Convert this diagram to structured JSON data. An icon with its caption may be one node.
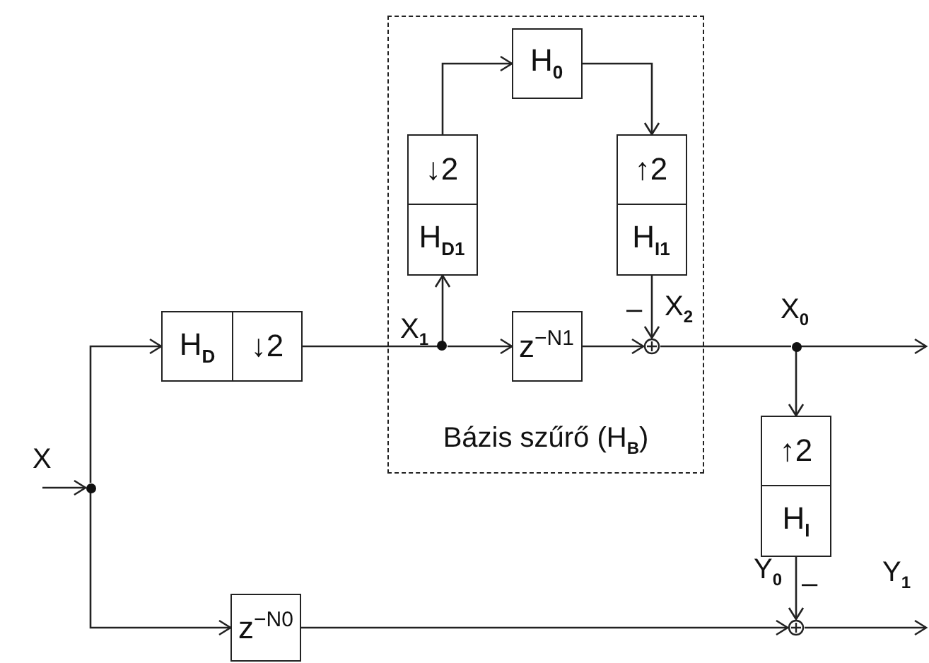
{
  "diagram": {
    "nodes": [
      {
        "text": [
          "Bázis szűrő (H$_{B}$)"
        ]
      },
      {
        "text": [
          "H$_{D}$"
        ]
      },
      {
        "text": [
          "↓2"
        ]
      },
      {
        "text": [
          "↓2"
        ],
        "in": 0
      },
      {
        "text": [
          "H$_{D}$$_{1}$"
        ],
        "in": 0
      },
      {
        "text": [
          "H$_{0}$"
        ],
        "in": 0
      },
      {
        "text": [
          "↑2"
        ],
        "in": 0
      },
      {
        "text": [
          "H$_{I}$$_{1}$"
        ],
        "in": 0
      },
      {
        "text": [
          "z$^{−N1}$"
        ],
        "in": 0
      },
      {
        "text": [],
        "shape": "circle",
        "in": 0
      },
      {
        "text": [],
        "shape": "dot",
        "in": 0
      },
      {
        "text": [],
        "shape": "dot"
      },
      {
        "text": [
          "z$^{−N0}$"
        ]
      },
      {
        "text": [],
        "shape": "dot"
      },
      {
        "text": [
          "↑2"
        ]
      },
      {
        "text": [
          "H$_{I}$"
        ]
      },
      {
        "text": [],
        "shape": "circle"
      }
    ],
    "edges": [
      {
        "from": null,
        "to": 11,
        "arrow": "to"
      },
      {
        "from": 11,
        "to": 1,
        "arrow": "to"
      },
      {
        "from": 2,
        "to": 10,
        "arrow": "none"
      },
      {
        "from": 10,
        "to": 4,
        "arrow": "to"
      },
      {
        "from": 3,
        "to": 5,
        "arrow": "to"
      },
      {
        "from": 5,
        "to": 6,
        "arrow": "to"
      },
      {
        "from": 7,
        "to": 9,
        "arrow": "to"
      },
      {
        "from": 10,
        "to": 8,
        "arrow": "to"
      },
      {
        "from": 8,
        "to": 9,
        "arrow": "to"
      },
      {
        "from": 9,
        "to": 13,
        "arrow": "none"
      },
      {
        "from": 13,
        "to": null,
        "arrow": "to"
      },
      {
        "from": 13,
        "to": 14,
        "arrow": "to"
      },
      {
        "from": 15,
        "to": 16,
        "arrow": "to"
      },
      {
        "from": 11,
        "to": 12,
        "arrow": "to"
      },
      {
        "from": 12,
        "to": 16,
        "arrow": "to"
      },
      {
        "from": 16,
        "to": null,
        "arrow": "to"
      }
    ],
    "labels": [
      "–",
      "X$_{2}$",
      "X$_{1}$",
      "X$_{0}$",
      "X",
      "Y$_{0}$",
      "–",
      "Y$_{1}$"
    ]
  }
}
